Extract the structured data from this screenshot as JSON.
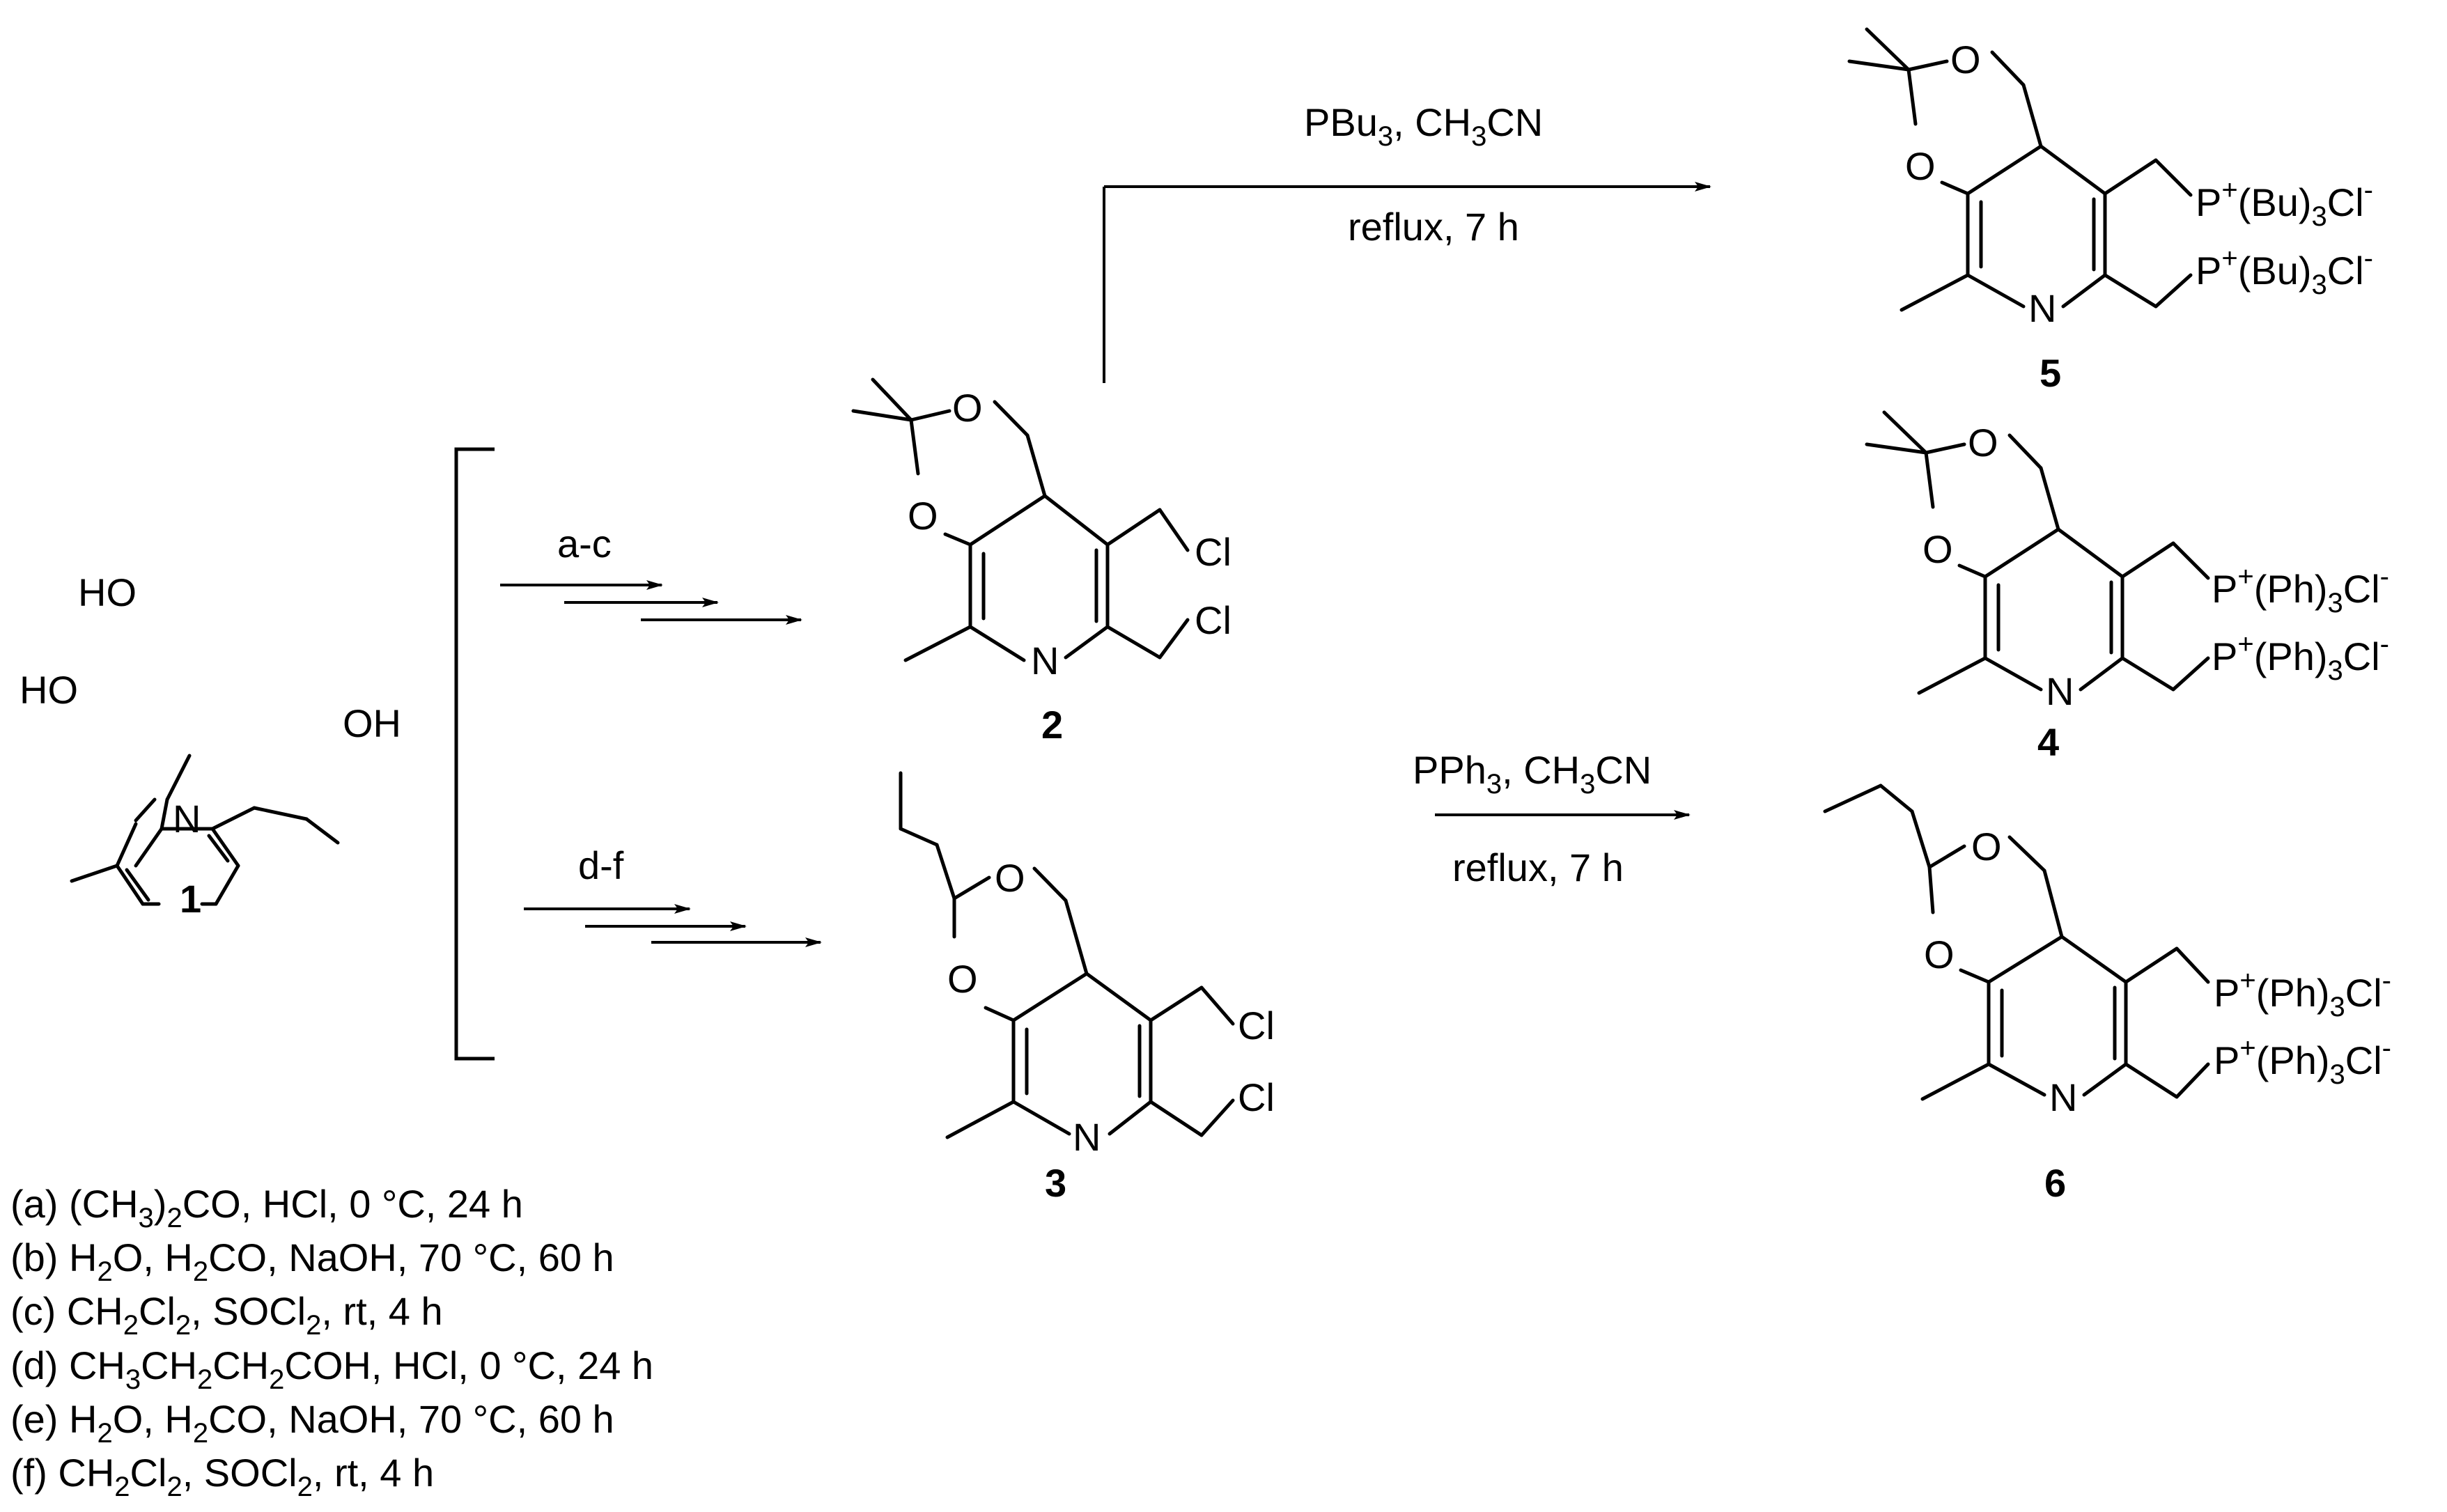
{
  "compounds": {
    "c1": {
      "number": "1",
      "subs": {
        "ho_top": "HO",
        "ho_left": "HO",
        "oh_right": "OH",
        "n": "N"
      }
    },
    "c2": {
      "number": "2",
      "subs": {
        "o_top": "O",
        "o_left": "O",
        "n": "N",
        "cl_a": "Cl",
        "cl_b": "Cl"
      }
    },
    "c3": {
      "number": "3",
      "subs": {
        "o_top": "O",
        "o_left": "O",
        "n": "N",
        "cl_a": "Cl",
        "cl_b": "Cl"
      }
    },
    "c4": {
      "number": "4",
      "subs": {
        "o_top": "O",
        "o_left": "O",
        "n": "N"
      },
      "phosphonium": {
        "p": "P",
        "plus": "+",
        "group": "(Ph)",
        "sub": "3",
        "cl": "Cl",
        "minus": "-"
      }
    },
    "c5": {
      "number": "5",
      "subs": {
        "o_top": "O",
        "o_left": "O",
        "n": "N"
      },
      "phosphonium": {
        "p": "P",
        "plus": "+",
        "group": "(Bu)",
        "sub": "3",
        "cl": "Cl",
        "minus": "-"
      }
    },
    "c6": {
      "number": "6",
      "subs": {
        "o_top": "O",
        "o_left": "O",
        "n": "N"
      },
      "phosphonium": {
        "p": "P",
        "plus": "+",
        "group": "(Ph)",
        "sub": "3",
        "cl": "Cl",
        "minus": "-"
      }
    }
  },
  "arrows": {
    "upper": {
      "label": "a-c"
    },
    "lower": {
      "label": "d-f"
    },
    "pbu3": {
      "reagent_p": "PBu",
      "reagent_sub": "3",
      "reagent_mid": ", CH",
      "reagent_sub2": "3",
      "reagent_end": "CN",
      "condition": "reflux, 7 h"
    },
    "pph3": {
      "reagent_p": "PPh",
      "reagent_sub": "3",
      "reagent_mid": ", CH",
      "reagent_sub2": "3",
      "reagent_end": "CN",
      "condition": "reflux, 7 h"
    }
  },
  "conditions": [
    {
      "id": "a",
      "parts": [
        "(a) (CH",
        "3",
        ")",
        "2",
        "CO, HCl, 0 °C, 24 h"
      ]
    },
    {
      "id": "b",
      "parts": [
        "(b) H",
        "2",
        "O, H",
        "2",
        "CO, NaOH, 70 °C, 60 h"
      ]
    },
    {
      "id": "c",
      "parts": [
        "(c) CH",
        "2",
        "Cl",
        "2",
        ", SOCl",
        "2",
        ", rt, 4 h"
      ]
    },
    {
      "id": "d",
      "parts": [
        "(d) CH",
        "3",
        "CH",
        "2",
        "CH",
        "2",
        "COH, HCl, 0 °C, 24 h"
      ]
    },
    {
      "id": "e",
      "parts": [
        "(e) H",
        "2",
        "O, H",
        "2",
        "CO, NaOH, 70 °C, 60 h"
      ]
    },
    {
      "id": "f",
      "parts": [
        "(f) CH",
        "2",
        "Cl",
        "2",
        ", SOCl",
        "2",
        ", rt, 4 h"
      ]
    }
  ]
}
